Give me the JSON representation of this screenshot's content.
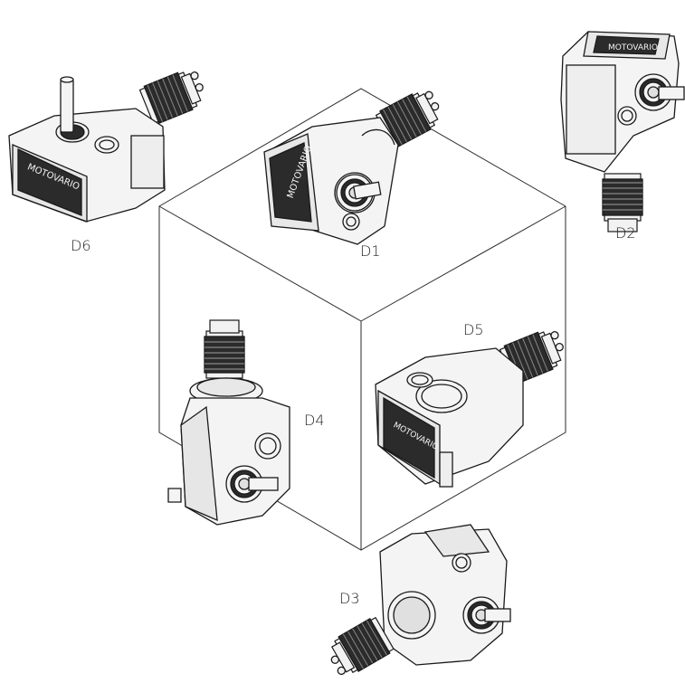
{
  "labels": {
    "d1": "D1",
    "d2": "D2",
    "d3": "D3",
    "d4": "D4",
    "d5": "D5",
    "d6": "D6"
  },
  "logo_text": "MOTOVARIO",
  "colors": {
    "line": "#1a1a1a",
    "body_fill": "#f4f4f4",
    "shade": "#d9d9d9",
    "dark": "#2b2b2b"
  }
}
